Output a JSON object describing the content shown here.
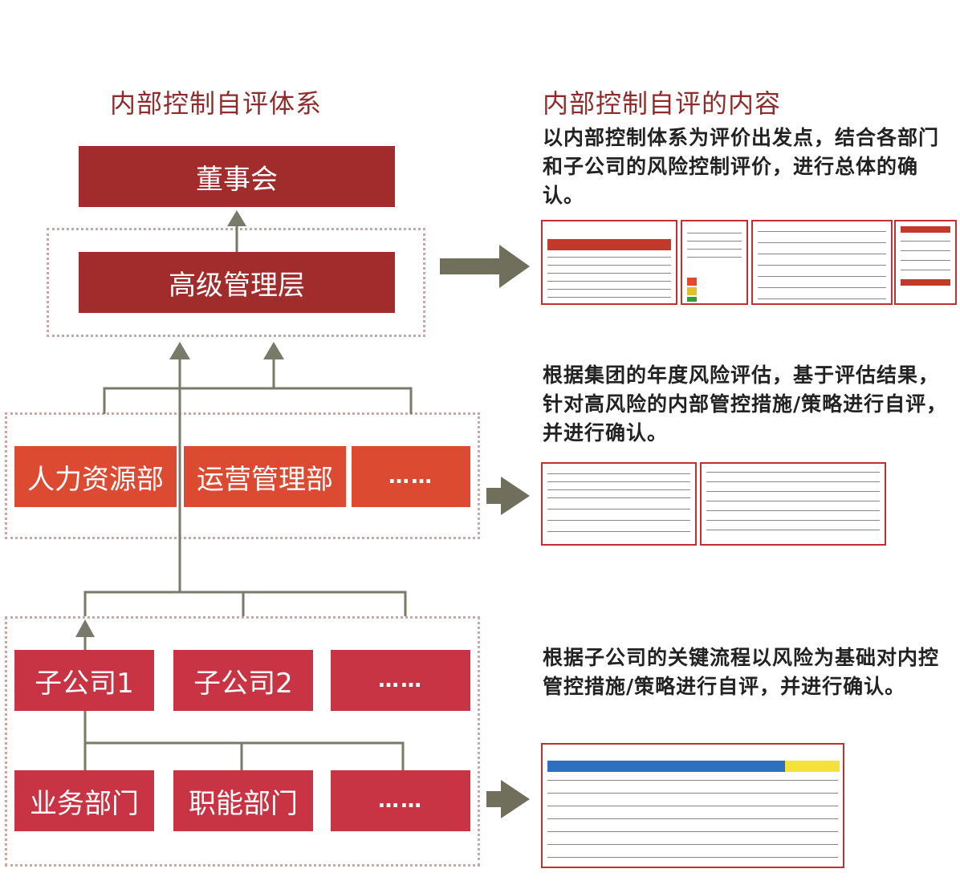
{
  "left_title": "内部控制自评体系",
  "right_title": "内部控制自评的内容",
  "nodes": {
    "board": "董事会",
    "senior": "高级管理层",
    "hr": "人力资源部",
    "ops": "运营管理部",
    "dept_more": "……",
    "sub1": "子公司1",
    "sub2": "子公司2",
    "sub_more": "……",
    "biz": "业务部门",
    "func": "职能部门",
    "unit_more": "……"
  },
  "descriptions": [
    "以内部控制体系为评价出发点，结合各部门和子公司的风险控制评价，进行总体的确认。",
    "根据集团的年度风险评估，基于评估结果，针对高风险的内部管控措施/策略进行自评，并进行确认。",
    "根据子公司的关键流程以风险为基础对内控管控措施/策略进行自评，并进行确认。"
  ],
  "colors": {
    "title": "#8e2b2b",
    "board": "#a02c2c",
    "dept": "#dc4a32",
    "subsidiary": "#c93444",
    "connector": "#7a7a6a"
  }
}
